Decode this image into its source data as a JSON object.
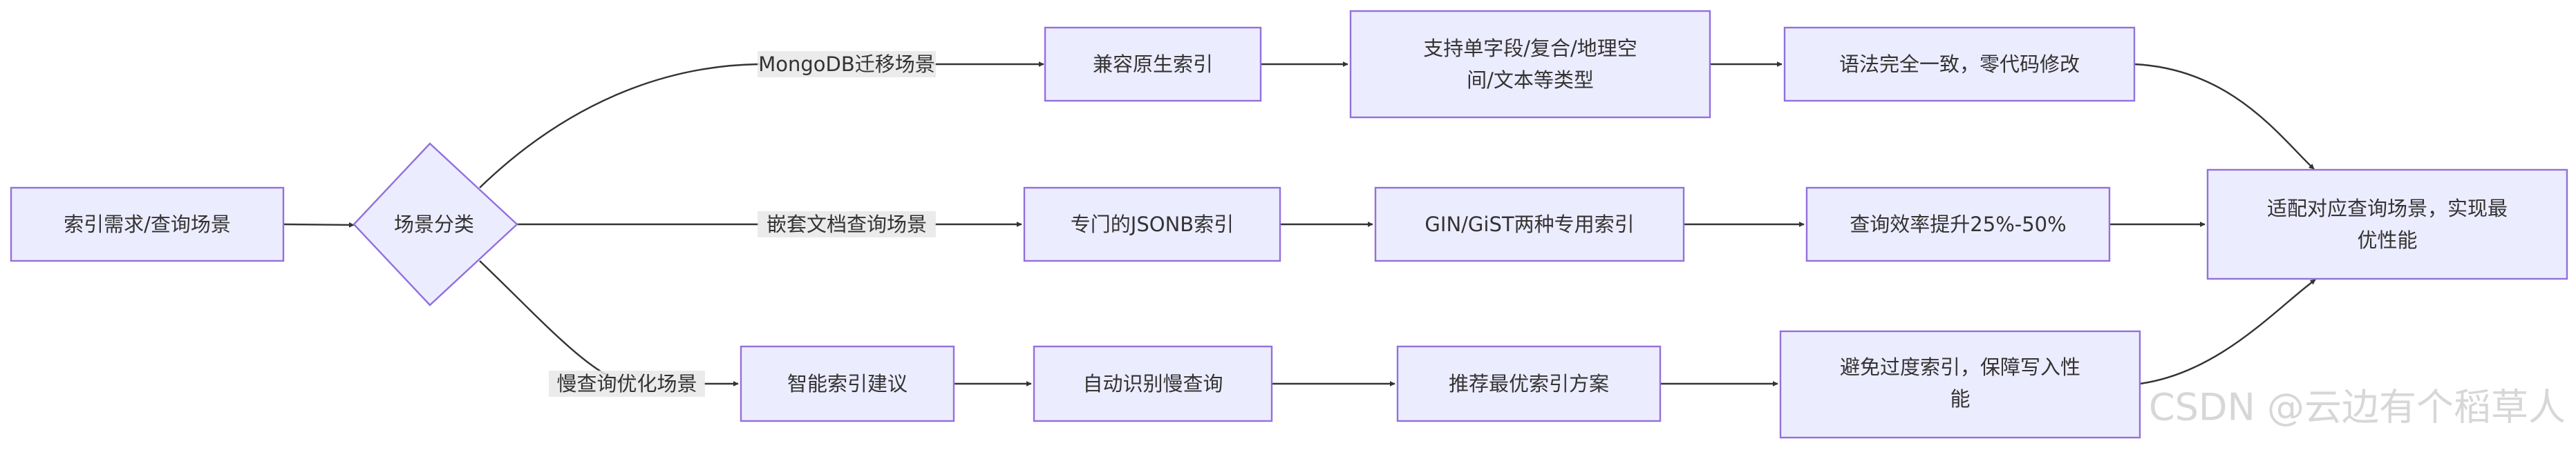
{
  "nodes": {
    "start": "索引需求/查询场景",
    "decision": "场景分类",
    "m1": "兼容原生索引",
    "m2": [
      "支持单字段/复合/地理空",
      "间/文本等类型"
    ],
    "m3": "语法完全一致，零代码修改",
    "j1": "专门的JSONB索引",
    "j2": "GIN/GiST两种专用索引",
    "j3": "查询效率提升25%-50%",
    "s1": "智能索引建议",
    "s2": "自动识别慢查询",
    "s3": "推荐最优索引方案",
    "s4": [
      "避免过度索引，保障写入性",
      "能"
    ],
    "end": [
      "适配对应查询场景，实现最",
      "优性能"
    ]
  },
  "edge_labels": {
    "mongo": "MongoDB迁移场景",
    "json": "嵌套文档查询场景",
    "slow": "慢查询优化场景"
  },
  "watermark": "CSDN @云边有个稻草人"
}
